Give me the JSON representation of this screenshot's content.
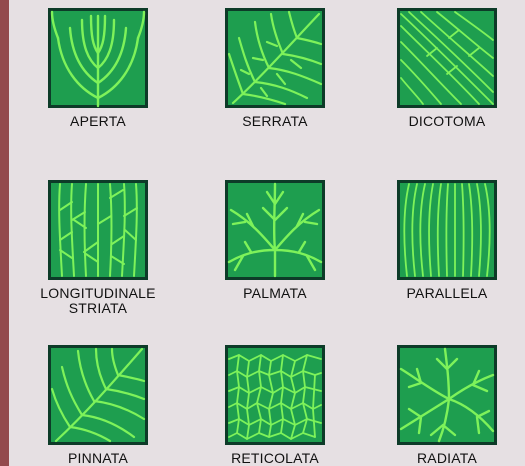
{
  "colors": {
    "background": "#e6e0e3",
    "left_bar": "#934a4d",
    "tile_fill": "#1e9e4f",
    "tile_border": "#0d3b28",
    "vein": "#7ef25a"
  },
  "tiles": [
    {
      "label": "APERTA",
      "icon": "open-venation-icon"
    },
    {
      "label": "SERRATA",
      "icon": "serrated-venation-icon"
    },
    {
      "label": "DICOTOMA",
      "icon": "dichotomous-venation-icon"
    },
    {
      "label": "LONGITUDINALE\nSTRIATA",
      "icon": "longitudinal-striate-venation-icon"
    },
    {
      "label": "PALMATA",
      "icon": "palmate-venation-icon"
    },
    {
      "label": "PARALLELA",
      "icon": "parallel-venation-icon"
    },
    {
      "label": "PINNATA",
      "icon": "pinnate-venation-icon"
    },
    {
      "label": "RETICOLATA",
      "icon": "reticulate-venation-icon"
    },
    {
      "label": "RADIATA",
      "icon": "radiate-venation-icon"
    }
  ]
}
